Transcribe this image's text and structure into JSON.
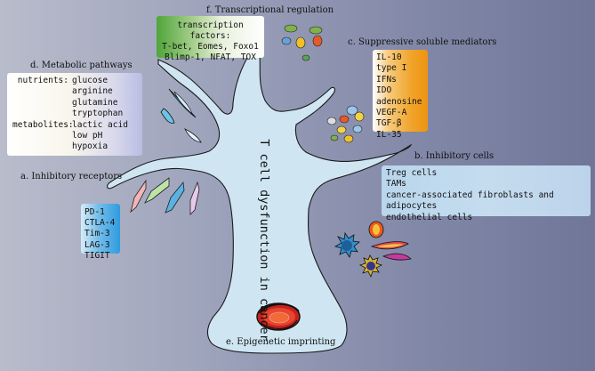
{
  "title": "T cell dysfunction in cancer",
  "sections": {
    "transcriptional": {
      "heading": "f. Transcriptional regulation",
      "lines": [
        "transcription factors:",
        "T-bet, Eomes, Foxo1",
        "Blimp-1, NFAT, TOX"
      ]
    },
    "soluble": {
      "heading": "c. Suppressive soluble mediators",
      "items": [
        "IL-10",
        "type I IFNs",
        "IDO",
        "adenosine",
        "VEGF-A",
        "TGF-β",
        "IL-35"
      ]
    },
    "metabolic": {
      "heading": "d. Metabolic pathways",
      "rows": [
        {
          "key": "nutrients:",
          "value": "glucose"
        },
        {
          "key": "",
          "value": "arginine"
        },
        {
          "key": "",
          "value": "glutamine"
        },
        {
          "key": "",
          "value": "tryptophan"
        },
        {
          "key": "metabolites:",
          "value": "lactic acid"
        },
        {
          "key": "",
          "value": "low pH"
        },
        {
          "key": "",
          "value": "hypoxia"
        }
      ]
    },
    "inhibitory_receptors": {
      "heading": "a. Inhibitory receptors",
      "items": [
        "PD-1",
        "CTLA-4",
        "Tim-3",
        "LAG-3",
        "TIGIT"
      ]
    },
    "inhibitory_cells": {
      "heading": "b. Inhibitory cells",
      "items": [
        "Treg cells",
        "TAMs",
        "cancer-associated fibroblasts and adipocytes",
        "endothelial cells"
      ]
    },
    "epigenetic": {
      "heading": "e. Epigenetic imprinting"
    }
  },
  "colors": {
    "cell_fill": "#cfe6f2",
    "cell_stroke": "#1a1a1a",
    "tf_green": "#4fa53a",
    "mediator_orange": "#ee9410",
    "receptor_blue": "#2f9be0",
    "background": "#9da3bb"
  }
}
